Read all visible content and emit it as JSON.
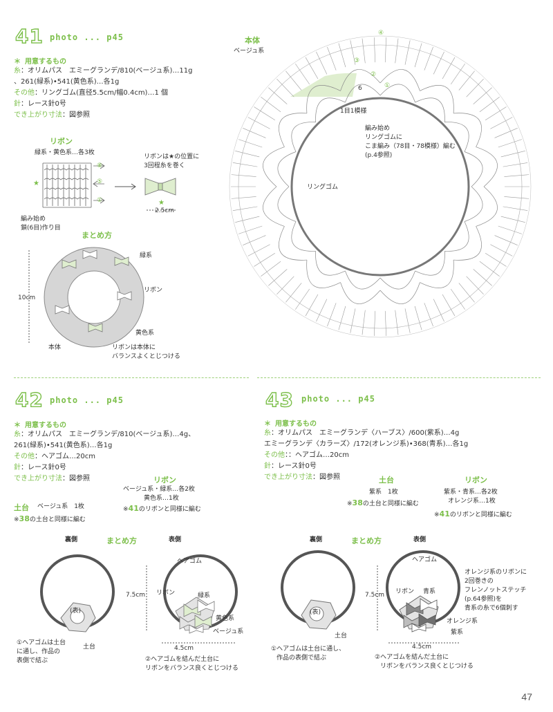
{
  "p41": {
    "number": "41",
    "photo": "photo ... p45",
    "materials_title": "用意するもの",
    "yarn_label": "糸",
    "yarn_line1": "：オリムパス　エミーグランデ/810(ベージュ系)…11g",
    "yarn_line2": "、261(緑系)•541(黄色系)…各1g",
    "other_label": "その他",
    "other_value": "：リングゴム(直径5.5cm/幅0.4cm)…1 個",
    "needle_label": "針",
    "needle_value": "：レース針0号",
    "size_label": "でき上がり寸法",
    "size_value": "：図参照",
    "ribbon_title": "リボン",
    "ribbon_colors": "緑系・黄色系…各3枚",
    "ribbon_rows": [
      "⑧",
      "⑤",
      "①"
    ],
    "ribbon_start": "編み始め",
    "ribbon_chain": "鎖(6目)作り目",
    "ribbon_note1": "リボンは★の位置に",
    "ribbon_note2": "3回程糸を巻く",
    "ribbon_width": "2.5cm",
    "assembly_title": "まとめ方",
    "assembly_height": "10cm",
    "assembly_green": "緑系",
    "assembly_ribbon": "リボン",
    "assembly_yellow": "黄色系",
    "assembly_body": "本体",
    "assembly_note1": "リボンは本体に",
    "assembly_note2": "バランスよくとじつける",
    "chart_title": "本体",
    "chart_color": "ベージュ系",
    "chart_rounds": [
      "④",
      "③",
      "②",
      "①",
      "6"
    ],
    "chart_pattern": "1目1模様",
    "chart_start1": "編み始め",
    "chart_start2": "リングゴムに",
    "chart_start3": "こま編み（78目・78模様）編む",
    "chart_start4": "(p.4参照)",
    "chart_ring": "リングゴム"
  },
  "p42": {
    "number": "42",
    "photo": "photo ... p45",
    "materials_title": "用意するもの",
    "yarn_label": "糸",
    "yarn_line1": "：オリムパス　エミーグランデ/810(ベージュ系)…4g、",
    "yarn_line2": "261(緑系)•541(黄色系)…各1g",
    "other_label": "その他",
    "other_value": "：ヘアゴム…20cm",
    "needle_label": "針",
    "needle_value": "：レース針0号",
    "size_label": "でき上がり寸法",
    "size_value": "：図参照",
    "ribbon_title": "リボン",
    "ribbon_line1": "ベージュ系・緑系…各2枚",
    "ribbon_line2": "黄色系…1枚",
    "ribbon_line3a": "※",
    "ribbon_ref": "41",
    "ribbon_line3b": "のリボンと同様に編む",
    "base_title": "土台",
    "base_color": "ベージュ系　1枚",
    "base_ref_a": "※",
    "base_ref": "38",
    "base_ref_b": "の土台と同様に編む",
    "back_label": "裏側",
    "assembly_title": "まとめ方",
    "front_label": "表側",
    "omote": "(表)",
    "base_label": "土台",
    "hair_tie": "ヘアゴム",
    "ribbon_label": "リボン",
    "green": "緑系",
    "yellow": "黄色系",
    "beige": "ベージュ系",
    "height": "7.5cm",
    "width": "4.5cm",
    "step1_a": "①ヘアゴムは土台",
    "step1_b": "に通し、作品の",
    "step1_c": "表側で結ぶ",
    "step2_a": "②ヘアゴムを結んだ土台に",
    "step2_b": "リボンをバランス良くとじつける"
  },
  "p43": {
    "number": "43",
    "photo": "photo ... p45",
    "materials_title": "用意するもの",
    "yarn_label": "糸",
    "yarn_line1": "：オリムパス　エミーグランデ〈ハーブス〉/600(紫系)…4g",
    "yarn_line2": "エミーグランデ〈カラーズ〉/172(オレンジ系)•368(青系)…各1g",
    "other_label": "その他",
    "other_value": "：：ヘアゴム…20cm",
    "needle_label": "針",
    "needle_value": "：レース針0号",
    "size_label": "でき上がり寸法",
    "size_value": "：図参照",
    "base_title": "土台",
    "base_color": "紫系　1枚",
    "base_ref_a": "※",
    "base_ref": "38",
    "base_ref_b": "の土台と同様に編む",
    "ribbon_title": "リボン",
    "ribbon_line1": "紫系・青系…各2枚",
    "ribbon_line2": "オレンジ系…1枚",
    "ribbon_line3a": "※",
    "ribbon_ref": "41",
    "ribbon_line3b": "のリボンと同様に編む",
    "back_label": "裏側",
    "assembly_title": "まとめ方",
    "front_label": "表側",
    "omote": "(表)",
    "base_label": "土台",
    "hair_tie": "ヘアゴム",
    "ribbon_label": "リボン",
    "blue": "青系",
    "orange": "オレンジ系",
    "purple": "紫系",
    "orange_note1": "オレンジ系のリボンに",
    "orange_note2": "2回巻きの",
    "orange_note3": "フレンノットステッチ",
    "orange_note4": "(p.64参照)を",
    "orange_note5": "青系の糸で6個刺す",
    "height": "7.5cm",
    "width": "4.5cm",
    "step1_a": "①ヘアゴムは土台に通し、",
    "step1_b": "作品の表側で結ぶ",
    "step2_a": "②ヘアゴムを結んだ土台に",
    "step2_b": "リボンをバランス良くとじつける"
  },
  "page_number": "47",
  "colors": {
    "accent": "#7cbf4a",
    "ribbon_fill": "#dfeecf",
    "ring_fill": "#d6d6d6"
  }
}
